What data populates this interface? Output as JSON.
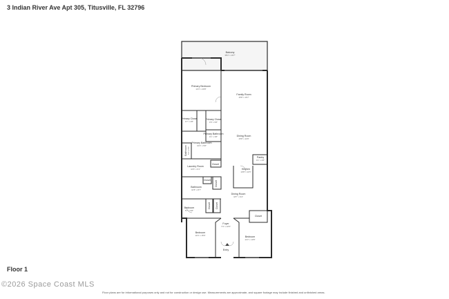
{
  "header": {
    "address": "3 Indian River Ave Apt 305, Titusville, FL 32796"
  },
  "floor": {
    "label": "Floor 1"
  },
  "watermark": "©2026 Space Coast MLS",
  "disclaimer": "Floor plans are for informational purposes only and not for construction or design use. Measurements are approximate, and square footage may include finished and unfinished areas.",
  "rooms": {
    "balcony": {
      "name": "Balcony",
      "dim": "38'4\" x 10'7\""
    },
    "primary_bedroom": {
      "name": "Primary Bedroom",
      "dim": "12'4\" x 20'8\""
    },
    "family_room": {
      "name": "Family Room",
      "dim": "15'8\" x 16'7\""
    },
    "primary_closet_1": {
      "name": "Primary Closet",
      "dim": "4'7\" x 4'8\""
    },
    "primary_closet_2": {
      "name": "Primary Closet",
      "dim": "4'5\" x 5'8\""
    },
    "primary_bathroom_small": {
      "name": "Primary Bathroom",
      "dim": "4'1\" x 3'8\""
    },
    "dining_room_1": {
      "name": "Dining Room",
      "dim": "15'8\" x 11'8\""
    },
    "primary_bathroom": {
      "name": "Primary Bathroom",
      "dim": "10'4\" x 5'8\""
    },
    "bathroom_side": {
      "name": "Bathroom",
      "dim": "5'2\" x 5'5\""
    },
    "pantry": {
      "name": "Pantry",
      "dim": "4'1\" x 2'8\""
    },
    "closet_1": {
      "name": "Closet"
    },
    "laundry_room": {
      "name": "Laundry Room",
      "dim": "10'6\" x 6'1\""
    },
    "kitchen": {
      "name": "Kitchen",
      "dim": "10'8\" x 11'5\""
    },
    "closet_2": {
      "name": "Closet"
    },
    "closet_3": {
      "name": "Closet"
    },
    "bathroom_2": {
      "name": "Bathroom",
      "dim": "10'5\" x 8'7\""
    },
    "dining_room_2": {
      "name": "Dining Room",
      "dim": "18'7\" x 9'4\""
    },
    "closet_4": {
      "name": "Closet"
    },
    "closet_5": {
      "name": "Closet"
    },
    "bedroom_small": {
      "name": "Bedroom",
      "dim": "5'7\" x 5'8\""
    },
    "closet_6": {
      "name": "Closet"
    },
    "foyer": {
      "name": "Foyer",
      "dim": "7'4\" x 10'5\""
    },
    "bedroom_left": {
      "name": "Bedroom",
      "dim": "13'4\" x 15'6\""
    },
    "bedroom_right": {
      "name": "Bedroom",
      "dim": "11'3\" x 13'8\""
    },
    "entry": {
      "name": "Entry"
    }
  }
}
